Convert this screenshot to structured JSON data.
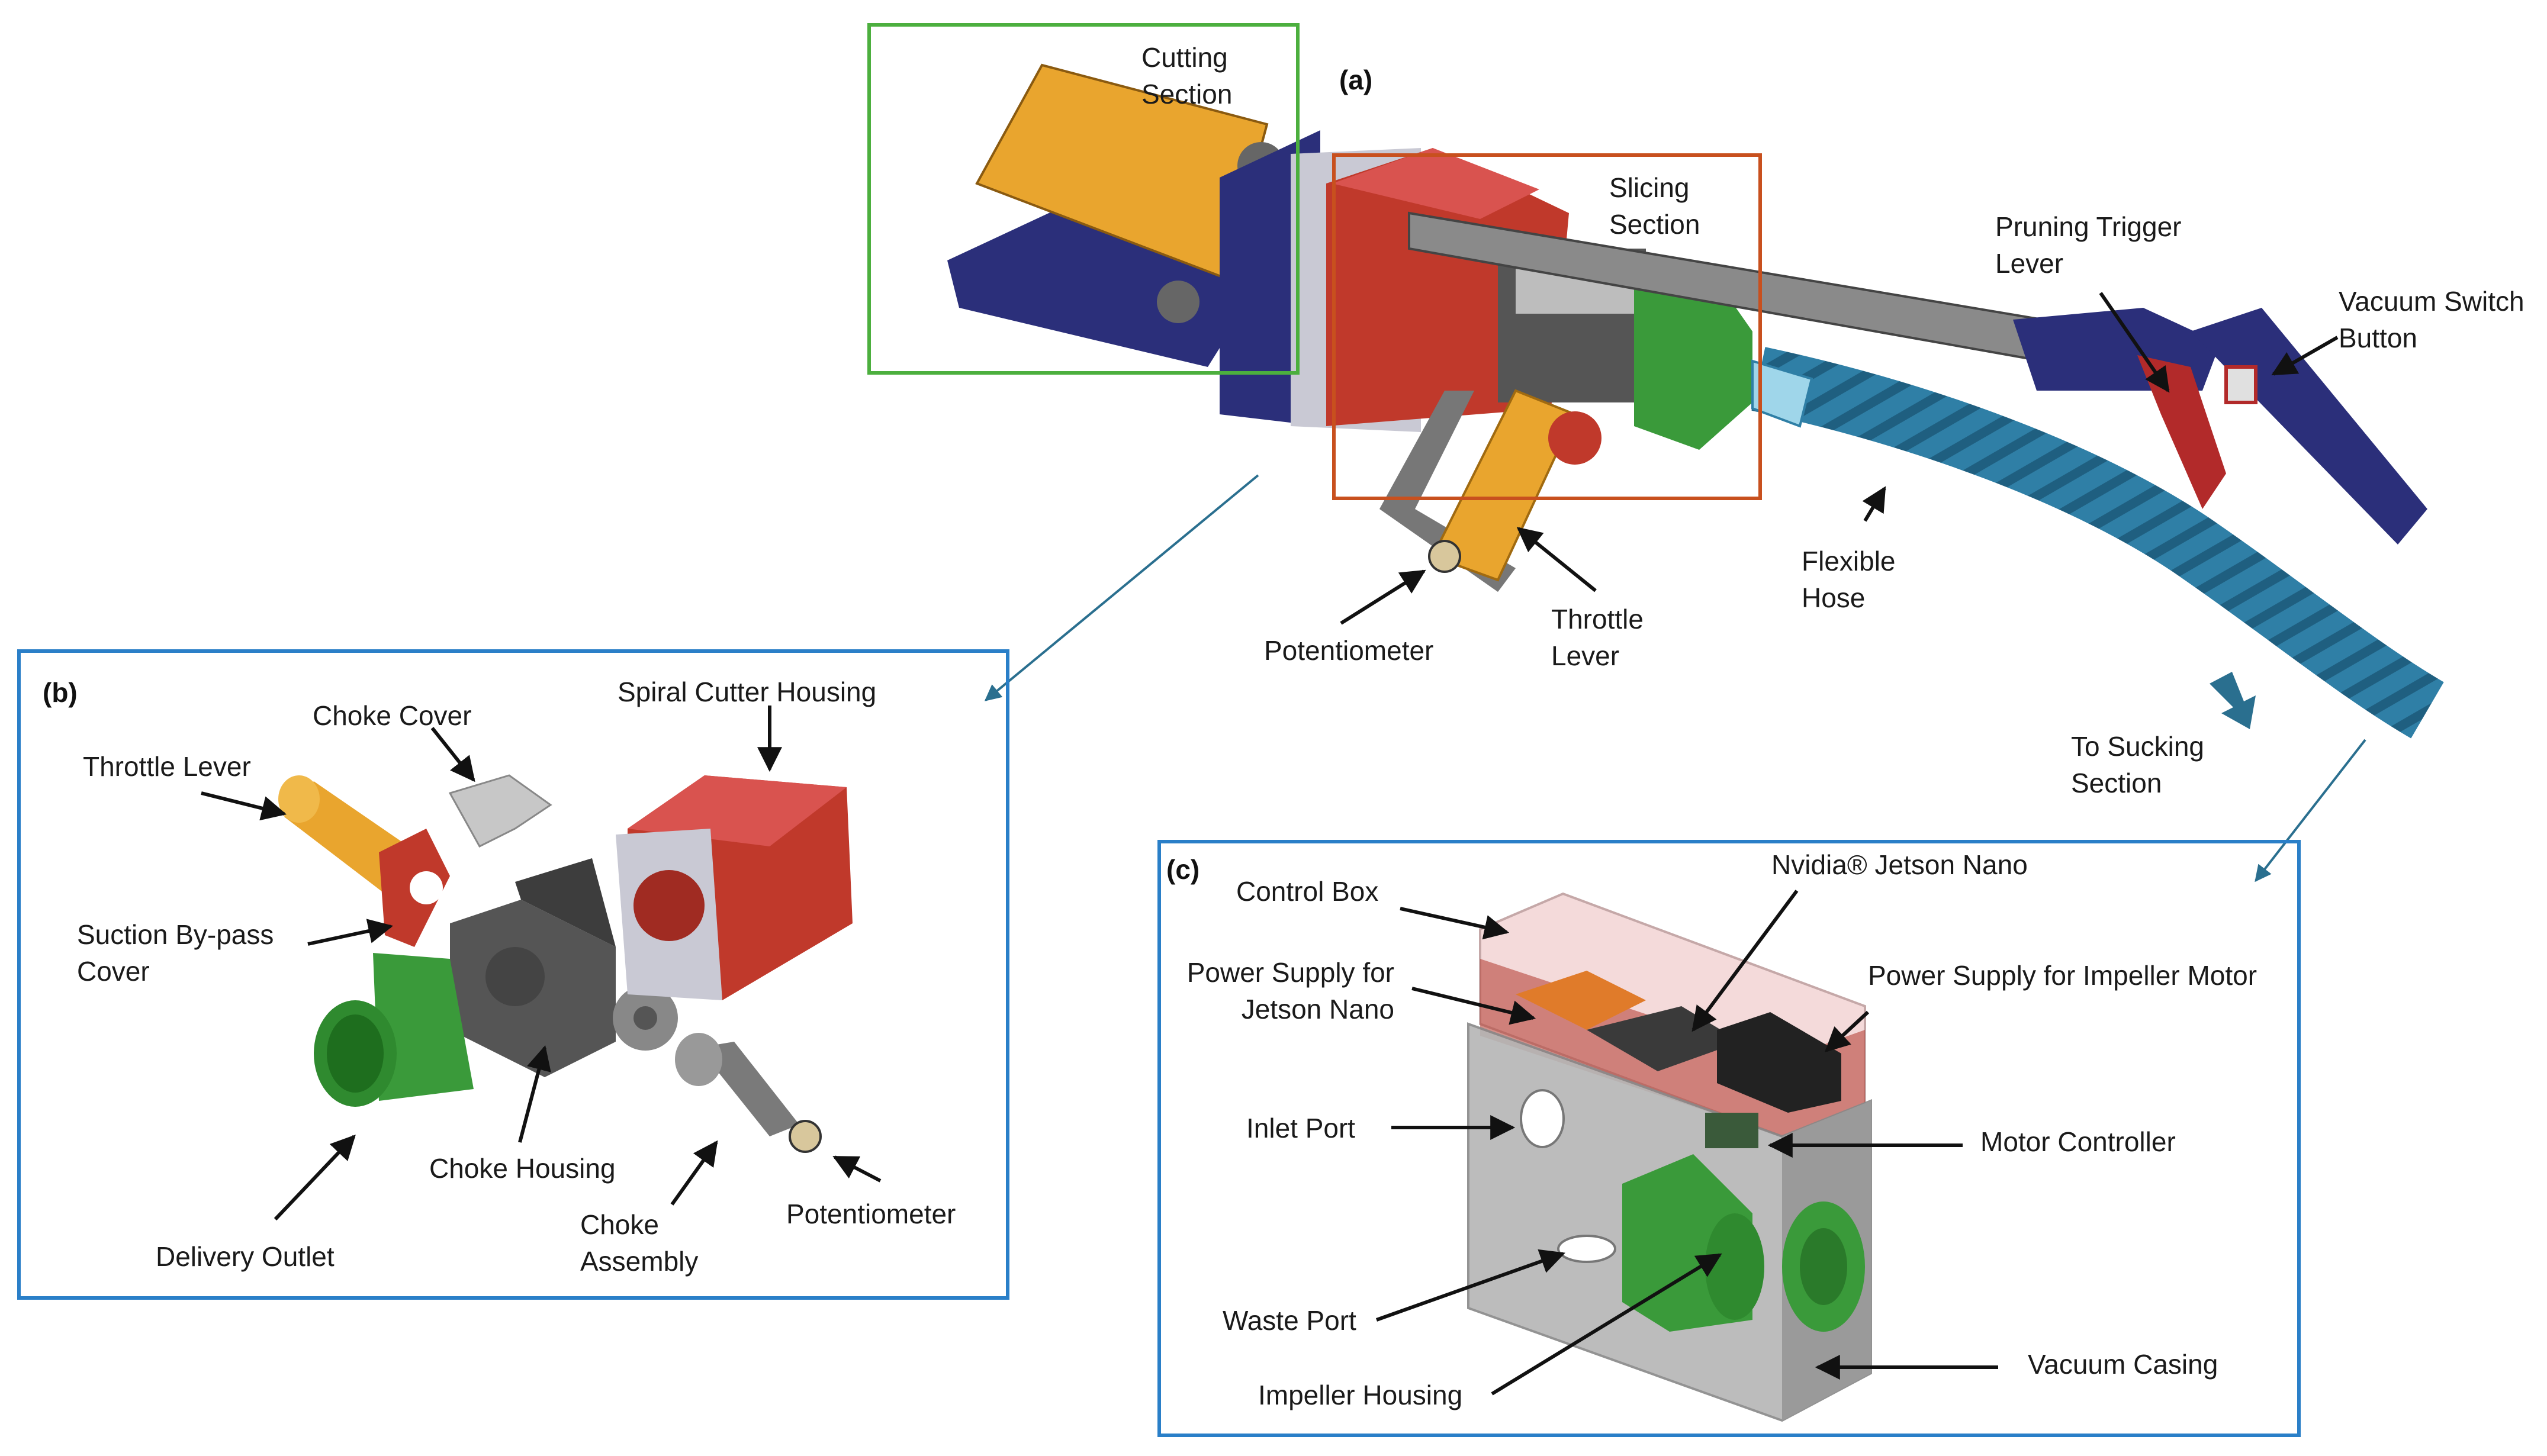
{
  "figure": {
    "panel_a": {
      "tag": "(a)",
      "labels": {
        "cutting_section": "Cutting\nSection",
        "slicing_section": "Slicing\nSection",
        "pruning_trigger_lever": "Pruning Trigger\nLever",
        "vacuum_switch_button": "Vacuum Switch\nButton",
        "flexible_hose": "Flexible\nHose",
        "throttle_lever": "Throttle\nLever",
        "potentiometer": "Potentiometer",
        "to_sucking_section": "To Sucking\nSection"
      }
    },
    "panel_b": {
      "tag": "(b)",
      "labels": {
        "choke_cover": "Choke Cover",
        "spiral_cutter_housing": "Spiral Cutter Housing",
        "throttle_lever": "Throttle Lever",
        "suction_bypass_cover": "Suction By-pass\nCover",
        "choke_housing": "Choke Housing",
        "choke_assembly": "Choke\nAssembly",
        "potentiometer": "Potentiometer",
        "delivery_outlet": "Delivery Outlet"
      }
    },
    "panel_c": {
      "tag": "(c)",
      "labels": {
        "control_box": "Control Box",
        "jetson_nano": "Nvidia® Jetson Nano",
        "power_supply_jetson": "Power Supply for\nJetson Nano",
        "power_supply_impeller": "Power Supply for Impeller Motor",
        "inlet_port": "Inlet Port",
        "motor_controller": "Motor Controller",
        "waste_port": "Waste Port",
        "vacuum_casing": "Vacuum Casing",
        "impeller_housing": "Impeller Housing"
      }
    },
    "colors": {
      "cutting_box": "#4caf3e",
      "slicing_box": "#c8501e",
      "panel_border": "#2a7fc8",
      "connector": "#2a6f8f",
      "yellow": "#e9a52e",
      "red": "#c0392b",
      "navy": "#2b2f7a",
      "green": "#3a9a3a",
      "grey": "#555555",
      "hose": "#2f7fa6"
    }
  }
}
